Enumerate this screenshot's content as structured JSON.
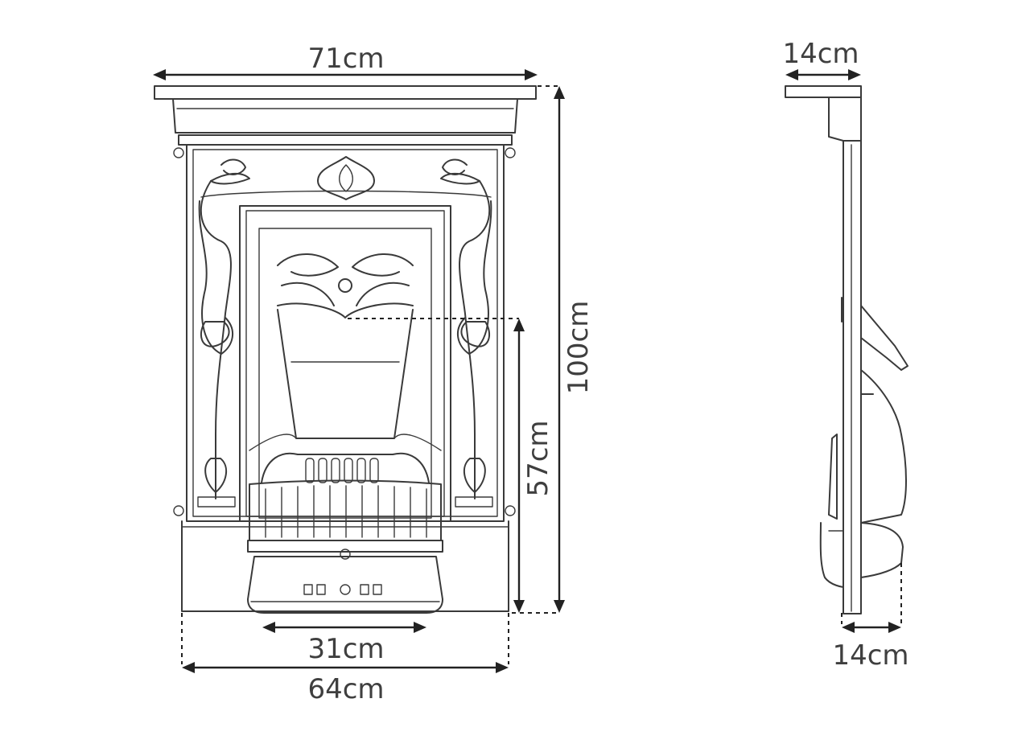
{
  "dimensions": {
    "front_top_width": "71cm",
    "front_total_height": "100cm",
    "front_opening_height": "57cm",
    "front_opening_width": "31cm",
    "front_base_width": "64cm",
    "side_shelf_depth": "14cm",
    "side_base_depth": "14cm"
  },
  "colors": {
    "line": "#3a3a3a",
    "dimension": "#222222",
    "label": "#3f3f3f",
    "background": "#ffffff"
  }
}
